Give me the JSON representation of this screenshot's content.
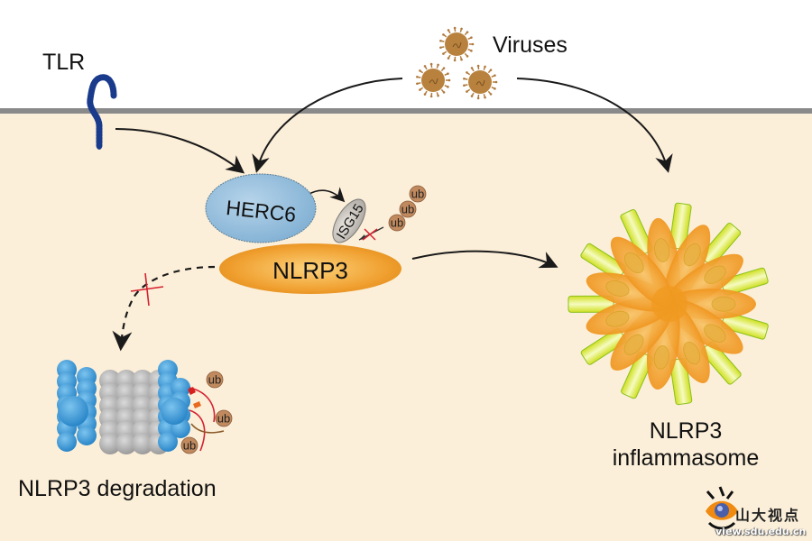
{
  "labels": {
    "tlr": "TLR",
    "viruses": "Viruses",
    "herc6": "HERC6",
    "isg15": "ISG15",
    "nlrp3": "NLRP3",
    "ub": "ub",
    "degradation": "NLRP3 degradation",
    "inflammasome_line1": "NLRP3",
    "inflammasome_line2": "inflammasome"
  },
  "watermark": {
    "text": "山大视点",
    "url": "view.sdu.edu.cn"
  },
  "colors": {
    "cytoplasm": "#fcefd9",
    "membrane": "#8a8a8a",
    "tlr": "#1a3a8c",
    "virus": "#b07a3e",
    "herc6": "#8fb8d8",
    "isg15": "#c9c4bd",
    "nlrp3": "#f0a030",
    "ub": "#c08a5e",
    "inhibit_x": "#d62030",
    "proteasome_blue": "#3a9ad8",
    "proteasome_grey": "#a8a8a8",
    "inflammasome_petal": "#f29a1c",
    "inflammasome_rod": "#d8e830"
  }
}
